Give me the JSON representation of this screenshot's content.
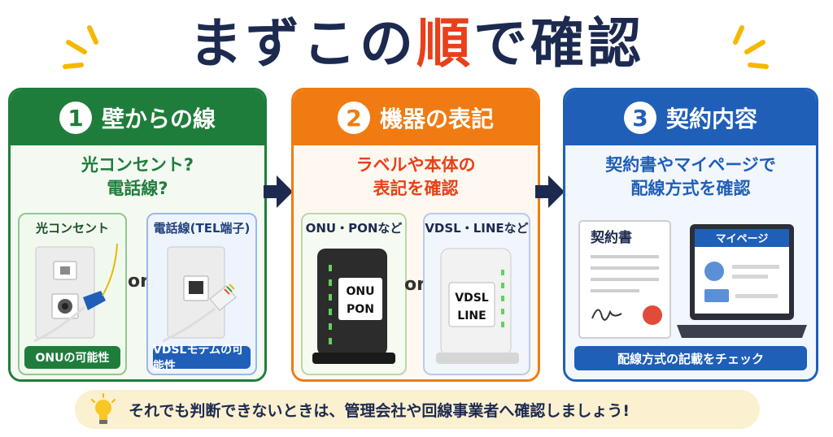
{
  "title": {
    "before": "まずこの",
    "accent": "順",
    "after": "で確認"
  },
  "steps": [
    {
      "number": "1",
      "heading": "壁からの線",
      "question_line1": "光コンセント?",
      "question_line2": "電話線?",
      "options": [
        {
          "label": "光コンセント",
          "result": "ONUの可能性"
        },
        {
          "label": "電話線(TEL端子)",
          "result": "VDSLモデムの可能性"
        }
      ]
    },
    {
      "number": "2",
      "heading": "機器の表記",
      "question_line1": "ラベルや本体の",
      "question_line2": "表記を確認",
      "options": [
        {
          "label": "ONU・PONなど",
          "device_line1": "ONU",
          "device_line2": "PON"
        },
        {
          "label": "VDSL・LINEなど",
          "device_line1": "VDSL",
          "device_line2": "LINE"
        }
      ]
    },
    {
      "number": "3",
      "heading": "契約内容",
      "question_line1": "契約書やマイページで",
      "question_line2": "配線方式を確認",
      "document_title": "契約書",
      "screen_title": "マイページ",
      "check_label": "配線方式の記載をチェック"
    }
  ],
  "or_text": "or",
  "bottom_note": "それでも判断できないときは、管理会社や回線事業者へ確認しましょう!",
  "colors": {
    "green": "#1f7d3b",
    "orange": "#f07b12",
    "blue": "#1f5fb8",
    "accent_red": "#e8401a",
    "navy": "#1d2a4f",
    "note_bg": "#fbf0cf"
  },
  "icons": [
    "sparkle-icon",
    "arrow-right-icon",
    "light-bulb-icon",
    "fiber-outlet-icon",
    "phone-jack-icon",
    "router-icon",
    "contract-document-icon",
    "laptop-icon",
    "user-avatar-icon",
    "seal-stamp-icon"
  ]
}
